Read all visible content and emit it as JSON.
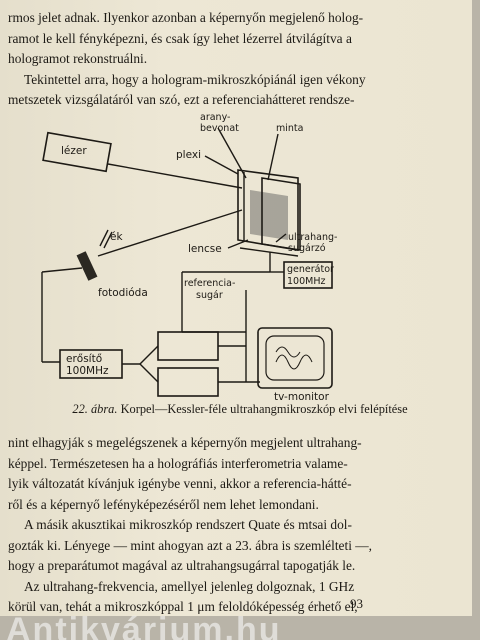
{
  "top_text": {
    "lines": [
      "rmos jelet adnak. Ilyenkor azonban a képernyőn megjelenő holog-",
      "ramot le kell fényképezni, és csak így lehet lézerrel átvilágítva a",
      "hologramot rekonstruálni.",
      "Tekintettel arra, hogy a hologram-mikroszkópiánál igen vékony",
      "metszetek vizsgálatáról van szó, ezt a referenciahátteret rendsze-"
    ]
  },
  "diagram": {
    "labels": {
      "arany_bevonat_1": "arany-",
      "arany_bevonat_2": "bevonat",
      "minta": "minta",
      "plexi": "plexi",
      "lezer": "lézer",
      "ek": "ék",
      "fotodioda": "fotodióda",
      "lencse": "lencse",
      "ultrahang_1": "ultrahang-",
      "ultrahang_2": "sugárzó",
      "generator_1": "generátor",
      "generator_2": "100MHz",
      "referencia_1": "referencia-",
      "referencia_2": "sugár",
      "erosito_1": "erősítő",
      "erosito_2": "100MHz",
      "tv_monitor": "tv-monitor"
    }
  },
  "caption": {
    "number": "22. ábra.",
    "text": " Korpel—Kessler-féle ultrahangmikroszkóp elvi felépítése"
  },
  "bottom_text": {
    "lines": [
      "nint elhagyják s megelégszenek a képernyőn megjelent ultrahang-",
      "képpel. Természetesen ha a holográfiás interferometria valame-",
      "lyik változatát kívánjuk igénybe venni, akkor a referencia-hátté-",
      "ről és a képernyő lefényképezéséről nem lehet lemondani.",
      "A másik akusztikai mikroszkóp rendszert Quate és mtsai dol-",
      "gozták ki. Lényege — mint ahogyan azt a 23. ábra is szemlélteti —,",
      "hogy a preparátumot magával az ultrahangsugárral tapogatják le.",
      "Az ultrahang-frekvencia, amellyel jelenleg dolgoznak, 1 GHz",
      "körül van, tehát a mikroszkóppal 1 μm feloldóképesség érhető el,"
    ]
  },
  "page_number": "93",
  "watermark": "Antikvárium.hu"
}
